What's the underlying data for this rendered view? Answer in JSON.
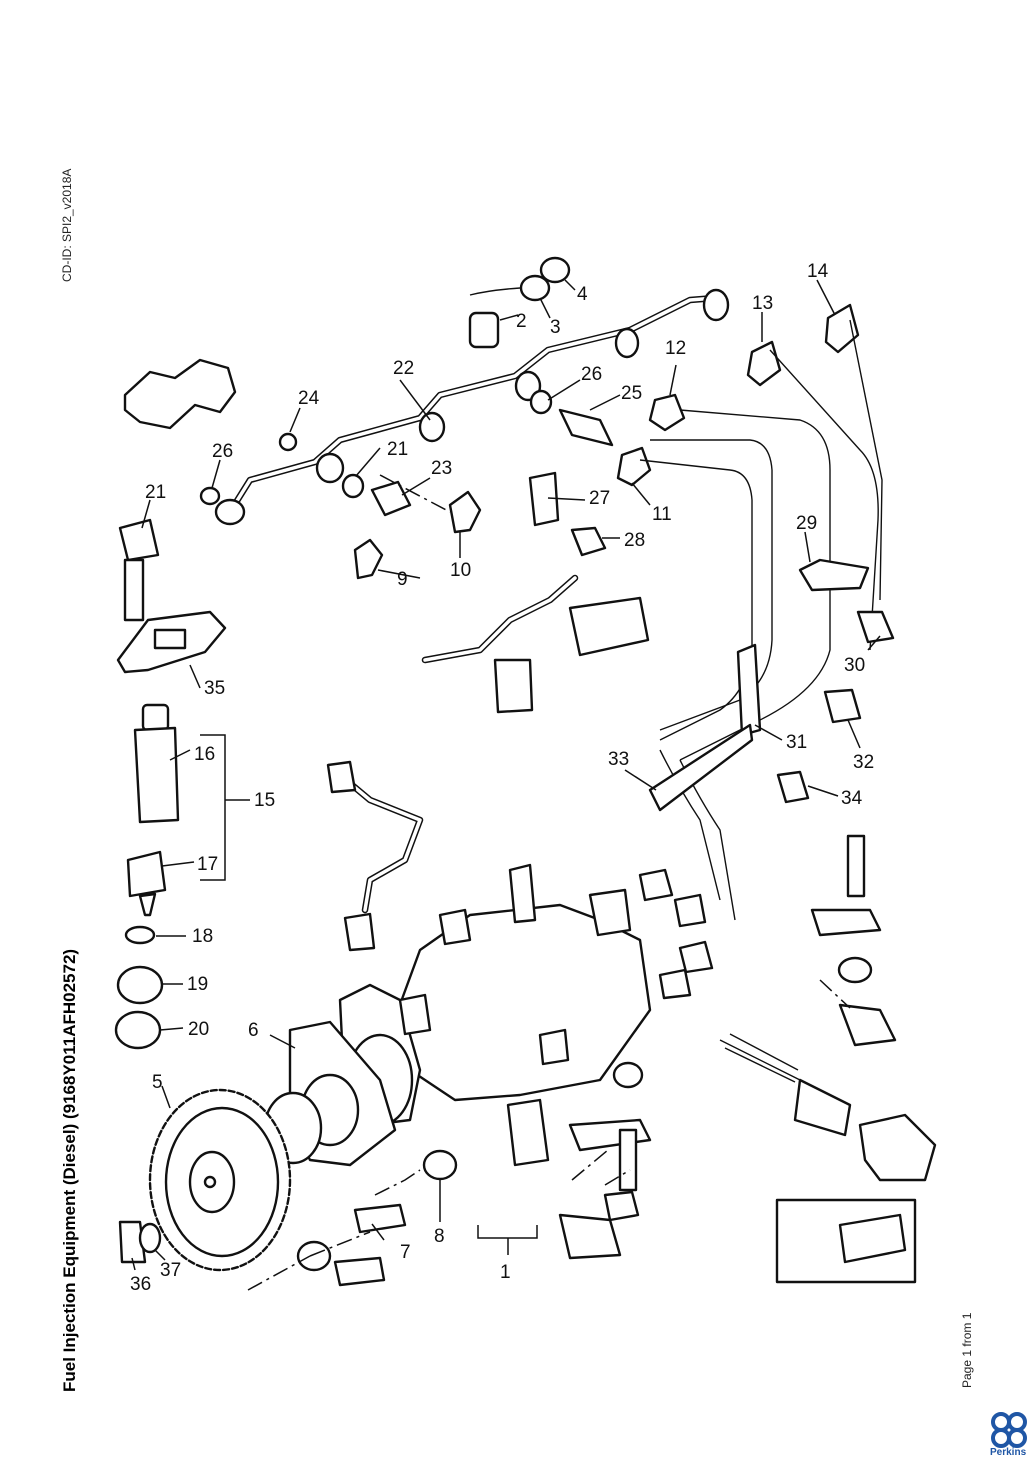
{
  "header": {
    "cd_id": "CD-ID: SPI2_v2018A"
  },
  "title": "Fuel Injection Equipment (Diesel) (9168Y011AFH02572)",
  "footer": {
    "page": "Page 1 from 1",
    "brand": "Perkins"
  },
  "callouts": [
    "1",
    "2",
    "3",
    "4",
    "5",
    "6",
    "7",
    "8",
    "9",
    "10",
    "11",
    "12",
    "13",
    "14",
    "15",
    "16",
    "17",
    "18",
    "19",
    "20",
    "21",
    "21",
    "22",
    "23",
    "24",
    "25",
    "26",
    "26",
    "27",
    "28",
    "29",
    "30",
    "31",
    "32",
    "33",
    "34",
    "35",
    "36",
    "37"
  ]
}
